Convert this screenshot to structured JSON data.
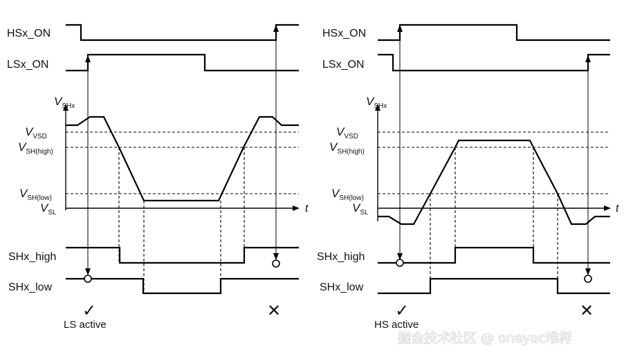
{
  "diagrams": [
    {
      "signals": {
        "hs_on": "HSx_ON",
        "ls_on": "LSx_ON",
        "sh_high": "SHx_high",
        "sh_low": "SHx_low"
      },
      "v_axis": {
        "main": "V",
        "sub": "SHx"
      },
      "levels": {
        "vsd": {
          "main": "V",
          "sub": "VSD"
        },
        "sh_high": {
          "main": "V",
          "sub": "SH(high)"
        },
        "sh_low": {
          "main": "V",
          "sub": "SH(low)"
        },
        "sl": {
          "main": "V",
          "sub": "SL"
        }
      },
      "t_axis": "t",
      "marks": {
        "left": "✓",
        "right": "✕"
      },
      "active_label": "LS active"
    },
    {
      "signals": {
        "hs_on": "HSx_ON",
        "ls_on": "LSx_ON",
        "sh_high": "SHx_high",
        "sh_low": "SHx_low"
      },
      "v_axis": {
        "main": "V",
        "sub": "SHx"
      },
      "levels": {
        "vsd": {
          "main": "V",
          "sub": "VSD"
        },
        "sh_high": {
          "main": "V",
          "sub": "SH(high)"
        },
        "sh_low": {
          "main": "V",
          "sub": "SH(low)"
        },
        "sl": {
          "main": "V",
          "sub": "SL"
        }
      },
      "t_axis": "t",
      "marks": {
        "left": "✓",
        "right": "✕"
      },
      "active_label": "HS active"
    }
  ],
  "watermark": "掘金技术社区 @ oneyac唯样"
}
